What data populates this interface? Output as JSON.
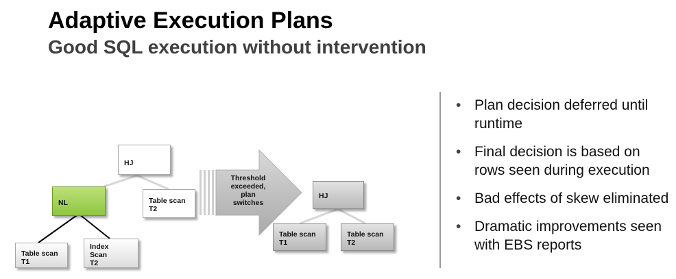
{
  "header": {
    "title": "Adaptive Execution Plans",
    "subtitle": "Good SQL execution without intervention"
  },
  "diagram": {
    "initial_plan": {
      "hj": "HJ",
      "nl": "NL",
      "table_scan_t2": "Table scan\nT2",
      "table_scan_t1": "Table scan\nT1",
      "index_scan_t2": "Index\n    Scan\nT2"
    },
    "arrow_label": "Threshold\nexceeded,\nplan\nswitches",
    "final_plan": {
      "hj": "HJ",
      "table_scan_t1": "Table scan\nT1",
      "table_scan_t2": "Table scan\nT2"
    }
  },
  "bullets": [
    "Plan decision deferred until runtime",
    "Final decision is based on rows seen during execution",
    "Bad effects of skew eliminated",
    "Dramatic improvements seen with EBS reports"
  ]
}
